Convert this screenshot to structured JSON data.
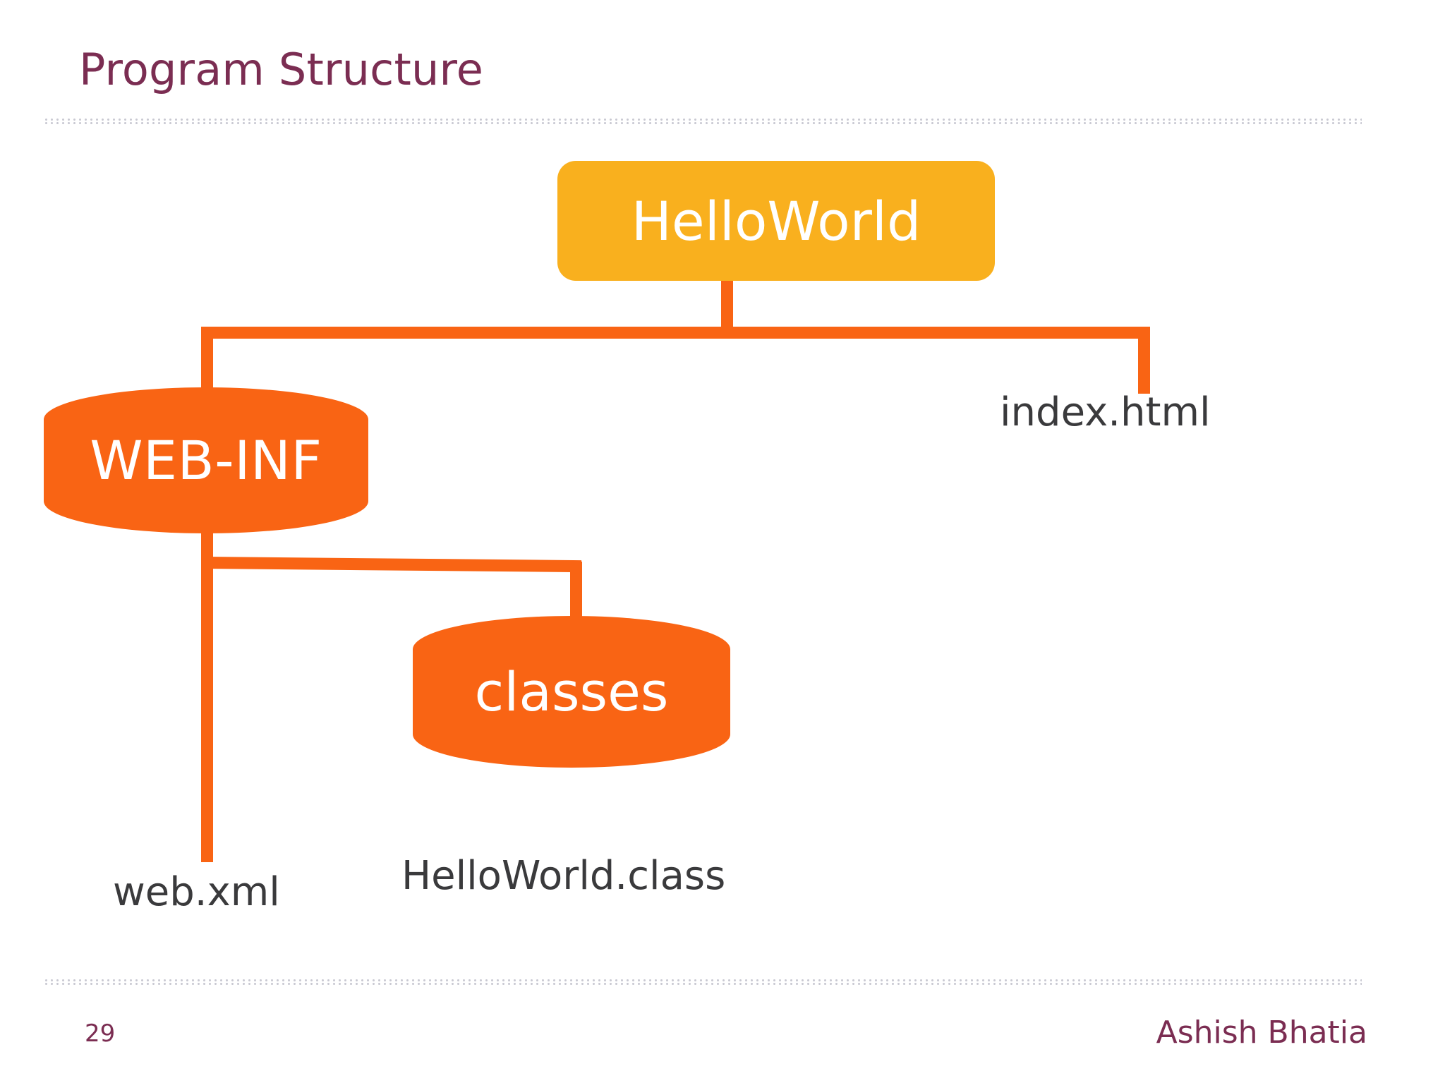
{
  "slide": {
    "title": "Program Structure",
    "page_number": "29",
    "author": "Ashish Bhatia",
    "colors": {
      "title": "#7B2D52",
      "root_node": "#F9B01E",
      "folder_node": "#F96414",
      "connector": "#F96414",
      "leaf_label": "#3A3A3C",
      "divider": "#c9c9d2",
      "background": "#FFFFFF"
    }
  },
  "diagram": {
    "type": "tree",
    "root": {
      "label": "HelloWorld",
      "shape": "rounded-rectangle",
      "color": "#F9B01E"
    },
    "nodes": [
      {
        "label": "WEB-INF",
        "shape": "cylinder",
        "color": "#F96414",
        "parent": "HelloWorld"
      },
      {
        "label": "classes",
        "shape": "cylinder",
        "color": "#F96414",
        "parent": "WEB-INF"
      }
    ],
    "leaves": [
      {
        "label": "index.html",
        "parent": "HelloWorld"
      },
      {
        "label": "web.xml",
        "parent": "WEB-INF"
      },
      {
        "label": "HelloWorld.class",
        "parent": "classes"
      }
    ]
  }
}
